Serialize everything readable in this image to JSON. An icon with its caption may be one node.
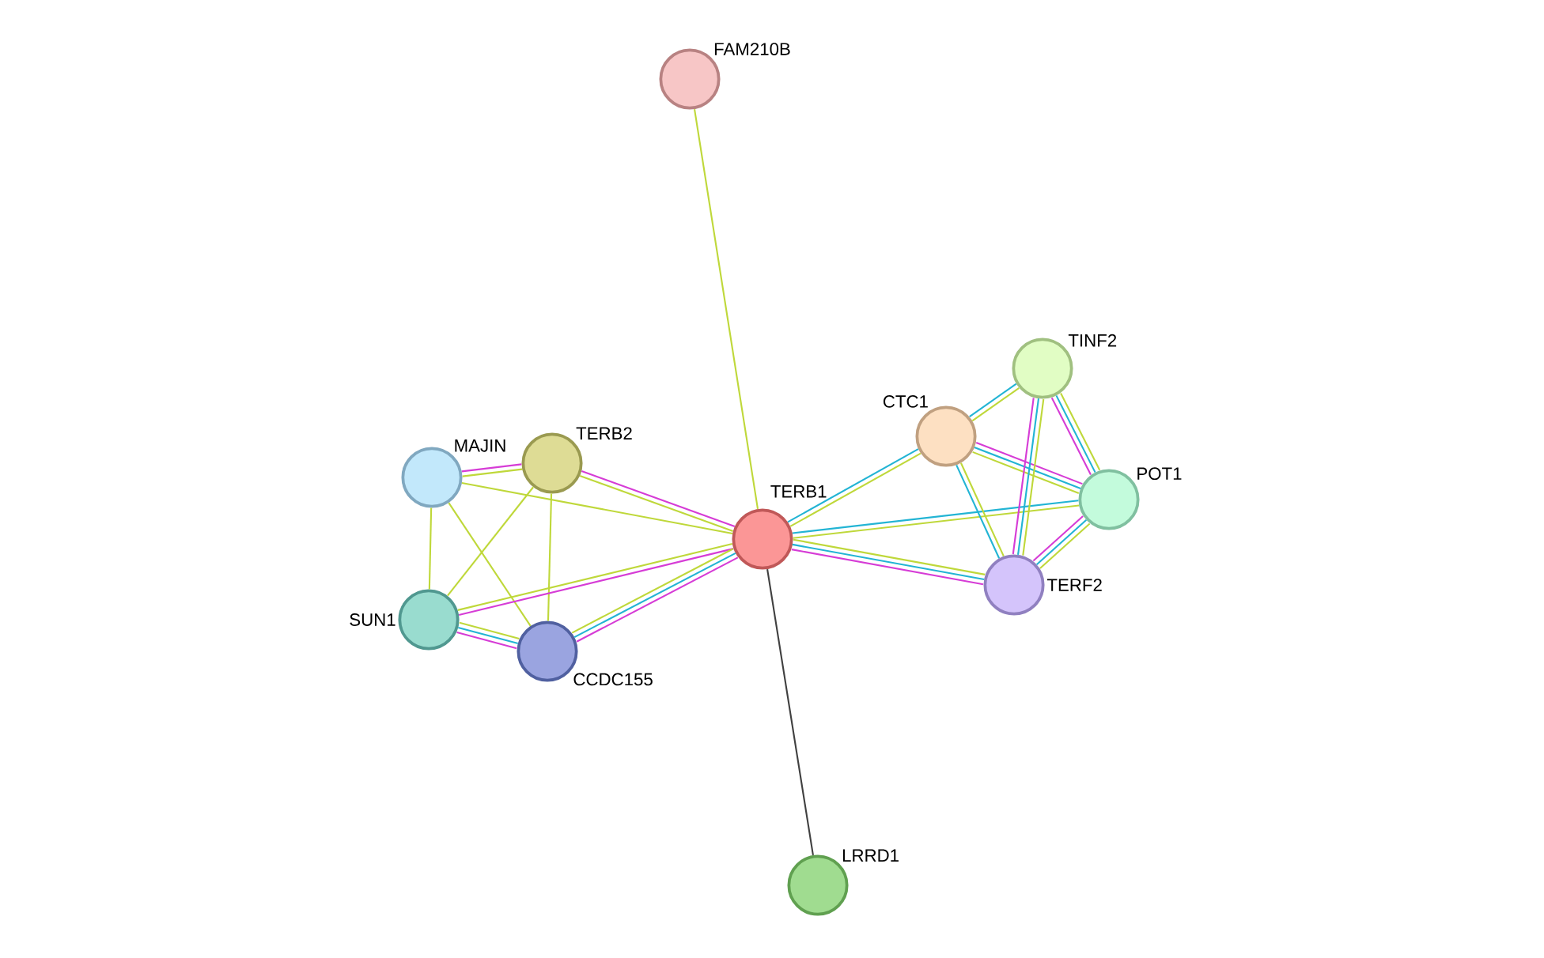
{
  "diagram": {
    "nodes": [
      {
        "text": [
          "FAM210B"
        ]
      },
      {
        "text": [
          "TINF2"
        ]
      },
      {
        "text": [
          "CTC1"
        ]
      },
      {
        "text": [
          "MAJIN"
        ]
      },
      {
        "text": [
          "TERB2"
        ]
      },
      {
        "text": [
          "POT1"
        ]
      },
      {
        "text": [
          "TERB1"
        ]
      },
      {
        "text": [
          "TERF2"
        ]
      },
      {
        "text": [
          "SUN1"
        ]
      },
      {
        "text": [
          "CCDC155"
        ]
      },
      {
        "text": [
          "LRRD1"
        ]
      }
    ],
    "edges": [
      {
        "from": 0,
        "to": 6,
        "arrow": "none",
        "color": "#bfd83a"
      },
      {
        "from": 6,
        "to": 10,
        "arrow": "none",
        "color": "#404040"
      },
      {
        "from": 3,
        "to": 4,
        "arrow": "none",
        "color": "#bfd83a"
      },
      {
        "from": 3,
        "to": 4,
        "arrow": "none",
        "color": "#d63cd6"
      },
      {
        "from": 3,
        "to": 6,
        "arrow": "none",
        "color": "#bfd83a"
      },
      {
        "from": 3,
        "to": 8,
        "arrow": "none",
        "color": "#bfd83a"
      },
      {
        "from": 3,
        "to": 9,
        "arrow": "none",
        "color": "#bfd83a"
      },
      {
        "from": 4,
        "to": 6,
        "arrow": "none",
        "color": "#bfd83a"
      },
      {
        "from": 4,
        "to": 6,
        "arrow": "none",
        "color": "#d63cd6"
      },
      {
        "from": 4,
        "to": 8,
        "arrow": "none",
        "color": "#bfd83a"
      },
      {
        "from": 4,
        "to": 9,
        "arrow": "none",
        "color": "#bfd83a"
      },
      {
        "from": 8,
        "to": 6,
        "arrow": "none",
        "color": "#bfd83a"
      },
      {
        "from": 8,
        "to": 6,
        "arrow": "none",
        "color": "#d63cd6"
      },
      {
        "from": 8,
        "to": 9,
        "arrow": "none",
        "color": "#d63cd6"
      },
      {
        "from": 8,
        "to": 9,
        "arrow": "none",
        "color": "#22b4d4"
      },
      {
        "from": 8,
        "to": 9,
        "arrow": "none",
        "color": "#bfd83a"
      },
      {
        "from": 9,
        "to": 6,
        "arrow": "none",
        "color": "#bfd83a"
      },
      {
        "from": 9,
        "to": 6,
        "arrow": "none",
        "color": "#22b4d4"
      },
      {
        "from": 9,
        "to": 6,
        "arrow": "none",
        "color": "#d63cd6"
      },
      {
        "from": 6,
        "to": 2,
        "arrow": "none",
        "color": "#22b4d4"
      },
      {
        "from": 6,
        "to": 2,
        "arrow": "none",
        "color": "#bfd83a"
      },
      {
        "from": 6,
        "to": 5,
        "arrow": "none",
        "color": "#22b4d4"
      },
      {
        "from": 6,
        "to": 5,
        "arrow": "none",
        "color": "#bfd83a"
      },
      {
        "from": 6,
        "to": 7,
        "arrow": "none",
        "color": "#d63cd6"
      },
      {
        "from": 6,
        "to": 7,
        "arrow": "none",
        "color": "#22b4d4"
      },
      {
        "from": 6,
        "to": 7,
        "arrow": "none",
        "color": "#bfd83a"
      },
      {
        "from": 2,
        "to": 1,
        "arrow": "none",
        "color": "#22b4d4"
      },
      {
        "from": 2,
        "to": 1,
        "arrow": "none",
        "color": "#bfd83a"
      },
      {
        "from": 2,
        "to": 5,
        "arrow": "none",
        "color": "#bfd83a"
      },
      {
        "from": 2,
        "to": 5,
        "arrow": "none",
        "color": "#22b4d4"
      },
      {
        "from": 2,
        "to": 5,
        "arrow": "none",
        "color": "#d63cd6"
      },
      {
        "from": 2,
        "to": 7,
        "arrow": "none",
        "color": "#22b4d4"
      },
      {
        "from": 2,
        "to": 7,
        "arrow": "none",
        "color": "#bfd83a"
      },
      {
        "from": 1,
        "to": 5,
        "arrow": "none",
        "color": "#d63cd6"
      },
      {
        "from": 1,
        "to": 5,
        "arrow": "none",
        "color": "#22b4d4"
      },
      {
        "from": 1,
        "to": 5,
        "arrow": "none",
        "color": "#bfd83a"
      },
      {
        "from": 1,
        "to": 7,
        "arrow": "none",
        "color": "#d63cd6"
      },
      {
        "from": 1,
        "to": 7,
        "arrow": "none",
        "color": "#22b4d4"
      },
      {
        "from": 1,
        "to": 7,
        "arrow": "none",
        "color": "#bfd83a"
      },
      {
        "from": 5,
        "to": 7,
        "arrow": "none",
        "color": "#d63cd6"
      },
      {
        "from": 5,
        "to": 7,
        "arrow": "none",
        "color": "#22b4d4"
      },
      {
        "from": 5,
        "to": 7,
        "arrow": "none",
        "color": "#bfd83a"
      }
    ]
  }
}
